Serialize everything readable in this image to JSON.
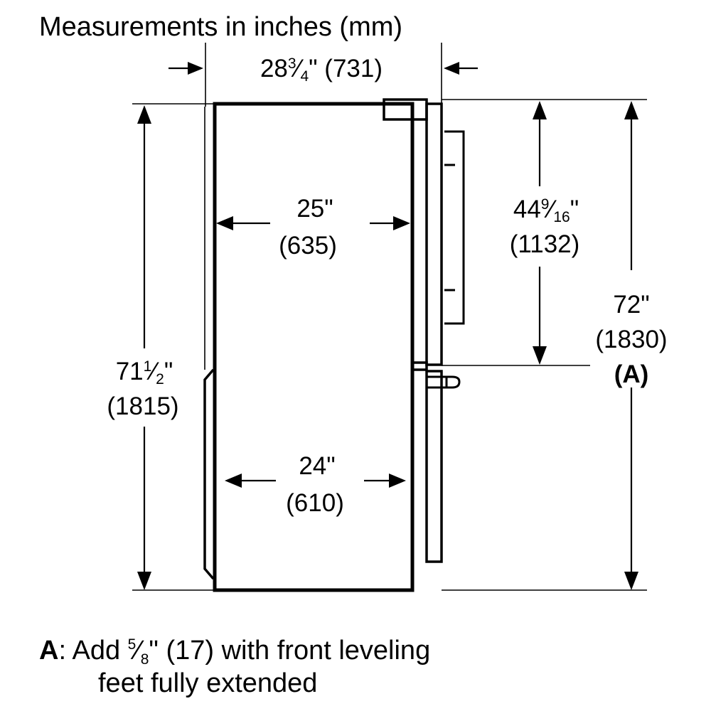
{
  "title": "Measurements in inches (mm)",
  "dimensions": {
    "depth_total": {
      "label": "28¾\" (731)",
      "inches": "28¾\"",
      "mm": "(731)",
      "whole": "28",
      "frac_num": "3",
      "frac_den": "4"
    },
    "cabinet_depth": {
      "inches": "25\"",
      "mm": "(635)"
    },
    "upper_height": {
      "inches_whole": "44",
      "frac_num": "9",
      "frac_den": "16",
      "mm": "(1132)"
    },
    "total_height": {
      "inches": "72\"",
      "mm": "(1830)",
      "note_ref": "(A)"
    },
    "cabinet_height": {
      "inches_whole": "71",
      "frac_num": "1",
      "frac_den": "2",
      "mm": "(1815)"
    },
    "lower_depth": {
      "inches": "24\"",
      "mm": "(610)"
    }
  },
  "footnote": {
    "ref": "A",
    "colon": ":",
    "text_before": "Add",
    "frac_num": "5",
    "frac_den": "8",
    "inch_mark": "\"",
    "mm": "(17)",
    "text_after": "with front leveling",
    "line2": "feet fully extended"
  },
  "colors": {
    "ink": "#000000",
    "paper": "#ffffff"
  }
}
